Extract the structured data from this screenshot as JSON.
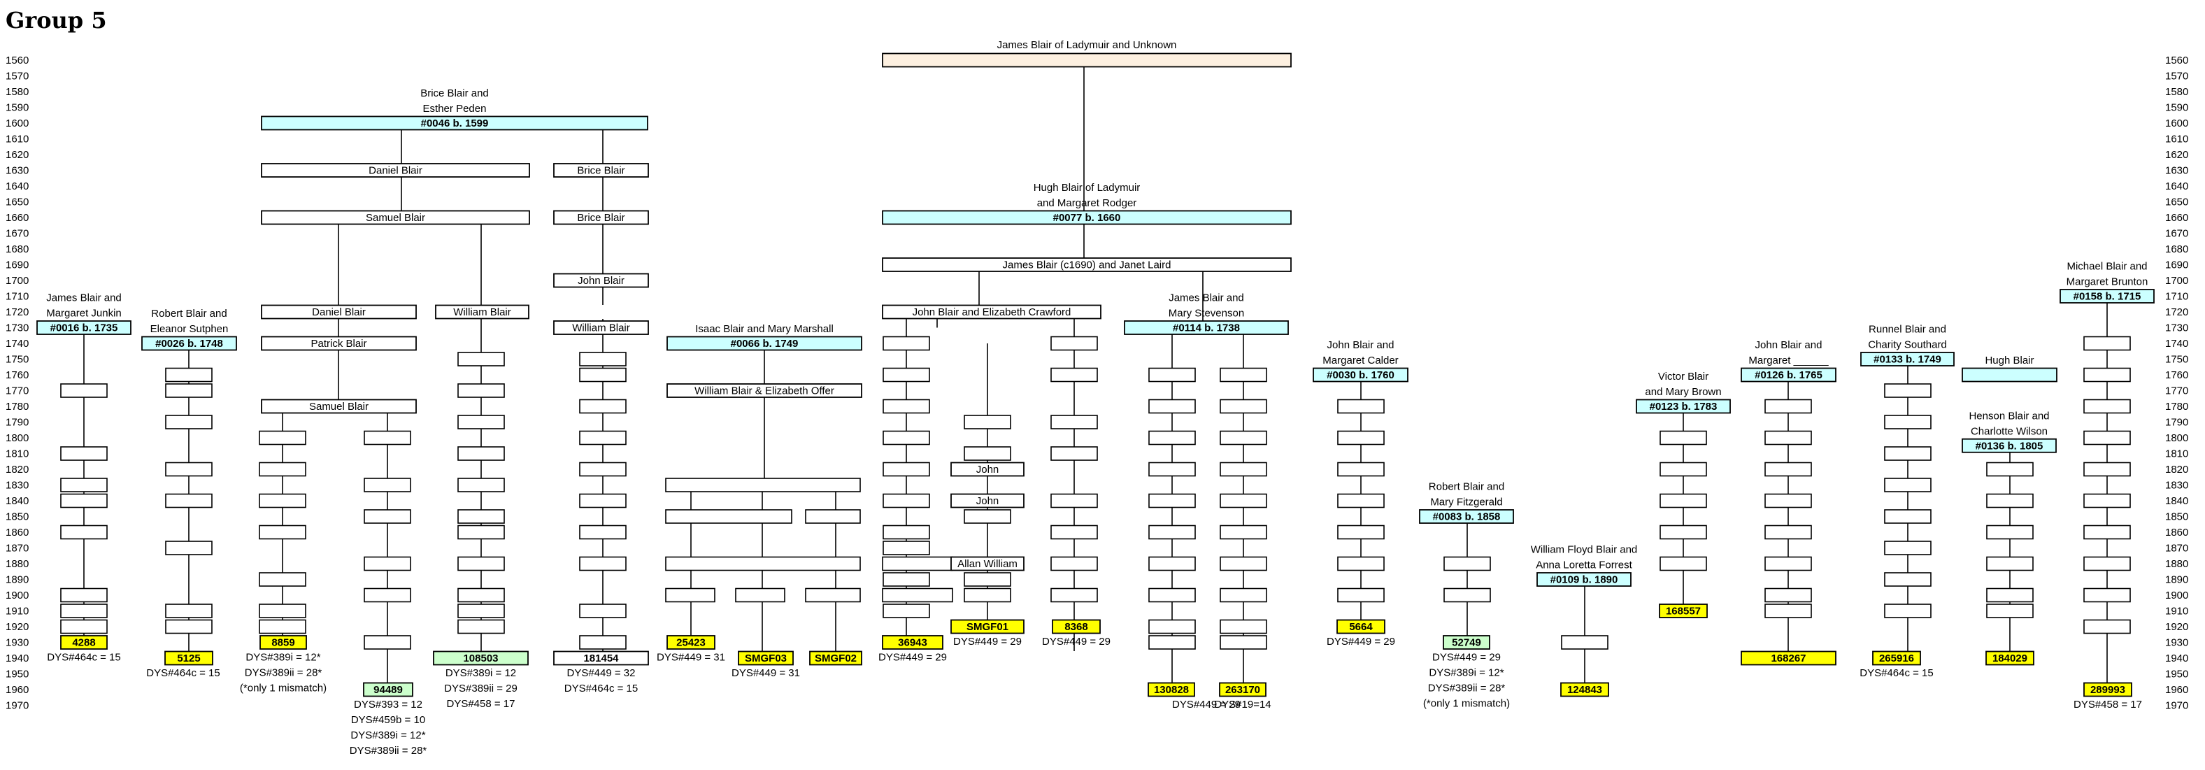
{
  "title": "Group 5",
  "year_labels": [
    "1560",
    "1570",
    "1580",
    "1590",
    "1600",
    "1610",
    "1620",
    "1630",
    "1640",
    "1650",
    "1660",
    "1670",
    "1680",
    "1690",
    "1700",
    "1710",
    "1720",
    "1730",
    "1740",
    "1750",
    "1760",
    "1770",
    "1780",
    "1790",
    "1800",
    "1810",
    "1820",
    "1830",
    "1840",
    "1850",
    "1860",
    "1870",
    "1880",
    "1890",
    "1900",
    "1910",
    "1920",
    "1930",
    "1940",
    "1950",
    "1960",
    "1970"
  ],
  "colors": {
    "cyan": "#ccffff",
    "beige": "#fdf0e0",
    "yellow": "#ffff00",
    "green": "#ccffcc",
    "white": "#ffffff",
    "line": "#000000"
  },
  "boxes": [
    {
      "id": "ladymuir",
      "text": "James Blair of Ladymuir and Unknown",
      "fill": "beige",
      "bold": false,
      "label_above": true
    },
    {
      "id": "b0046",
      "text": "#0046 b. 1599",
      "fill": "cyan",
      "bold": true,
      "caption": [
        "Brice Blair and",
        "Esther Peden"
      ]
    },
    {
      "id": "daniel1",
      "text": "Daniel Blair",
      "fill": "white"
    },
    {
      "id": "brice2",
      "text": "Brice Blair",
      "fill": "white"
    },
    {
      "id": "samuel1",
      "text": "Samuel Blair",
      "fill": "white"
    },
    {
      "id": "brice3",
      "text": "Brice Blair",
      "fill": "white"
    },
    {
      "id": "b0077",
      "text": "#0077 b. 1660",
      "fill": "cyan",
      "bold": true,
      "caption": [
        "Hugh Blair of Ladymuir",
        "and Margaret Rodger"
      ]
    },
    {
      "id": "jamesc1690",
      "text": "James Blair (c1690) and Janet Laird",
      "fill": "white"
    },
    {
      "id": "john1",
      "text": "John Blair",
      "fill": "white"
    },
    {
      "id": "daniel2",
      "text": "Daniel Blair",
      "fill": "white"
    },
    {
      "id": "william1",
      "text": "William Blair",
      "fill": "white"
    },
    {
      "id": "johnelizabeth",
      "text": "John Blair and Elizabeth Crawford",
      "fill": "white"
    },
    {
      "id": "b0016",
      "text": "#0016 b. 1735",
      "fill": "cyan",
      "bold": true,
      "caption": [
        "James Blair and",
        "Margaret Junkin"
      ]
    },
    {
      "id": "b0026",
      "text": "#0026 b. 1748",
      "fill": "cyan",
      "bold": true,
      "caption": [
        "Robert Blair and",
        "Eleanor Sutphen"
      ]
    },
    {
      "id": "patrick",
      "text": "Patrick Blair",
      "fill": "white"
    },
    {
      "id": "william2",
      "text": "William Blair",
      "fill": "white"
    },
    {
      "id": "b0066",
      "text": "#0066 b. 1749",
      "fill": "cyan",
      "bold": true,
      "caption": [
        "Isaac Blair and Mary Marshall"
      ]
    },
    {
      "id": "b0114",
      "text": "#0114 b. 1738",
      "fill": "cyan",
      "bold": true,
      "caption": [
        "James Blair and",
        "Mary Stevenson"
      ]
    },
    {
      "id": "b0158",
      "text": "#0158 b. 1715",
      "fill": "cyan",
      "bold": true,
      "caption": [
        "Michael Blair and",
        "Margaret Brunton"
      ]
    },
    {
      "id": "b0030",
      "text": "#0030 b. 1760",
      "fill": "cyan",
      "bold": true,
      "caption": [
        "John Blair and",
        "Margaret Calder"
      ]
    },
    {
      "id": "b0126",
      "text": "#0126 b. 1765",
      "fill": "cyan",
      "bold": true,
      "caption": [
        "John Blair and",
        "Margaret ______"
      ]
    },
    {
      "id": "b0133",
      "text": "#0133 b. 1749",
      "fill": "cyan",
      "bold": true,
      "caption": [
        "Runnel Blair and",
        "Charity Southard"
      ]
    },
    {
      "id": "hugh",
      "text": "",
      "fill": "cyan",
      "caption": [
        "Hugh Blair"
      ]
    },
    {
      "id": "williamoffer",
      "text": "William Blair & Elizabeth Offer",
      "fill": "white"
    },
    {
      "id": "samuel2",
      "text": "Samuel Blair",
      "fill": "white"
    },
    {
      "id": "b0123",
      "text": "#0123 b. 1783",
      "fill": "cyan",
      "bold": true,
      "caption": [
        "Victor Blair",
        "and Mary Brown"
      ]
    },
    {
      "id": "b0136",
      "text": "#0136 b. 1805",
      "fill": "cyan",
      "bold": true,
      "caption": [
        "Henson Blair and",
        "Charlotte Wilson"
      ]
    },
    {
      "id": "john2",
      "text": "John",
      "fill": "white"
    },
    {
      "id": "john3",
      "text": "John",
      "fill": "white"
    },
    {
      "id": "b0083",
      "text": "#0083 b. 1858",
      "fill": "cyan",
      "bold": true,
      "caption": [
        "Robert Blair and",
        "Mary Fitzgerald"
      ]
    },
    {
      "id": "allan",
      "text": "Allan William",
      "fill": "white"
    },
    {
      "id": "b0109",
      "text": "#0109 b. 1890",
      "fill": "cyan",
      "bold": true,
      "caption": [
        "William Floyd Blair and",
        "Anna Loretta Forrest"
      ]
    },
    {
      "id": "k168557",
      "text": "168557",
      "fill": "yellow",
      "bold": true
    },
    {
      "id": "smgf01",
      "text": "SMGF01",
      "fill": "yellow",
      "bold": true
    },
    {
      "id": "k8368",
      "text": "8368",
      "fill": "yellow",
      "bold": true
    },
    {
      "id": "k5664",
      "text": "5664",
      "fill": "yellow",
      "bold": true
    },
    {
      "id": "k4288",
      "text": "4288",
      "fill": "yellow",
      "bold": true
    },
    {
      "id": "k108503",
      "text": "108503",
      "fill": "green",
      "bold": true
    },
    {
      "id": "k52749",
      "text": "52749",
      "fill": "green",
      "bold": true
    },
    {
      "id": "k5125",
      "text": "5125",
      "fill": "yellow",
      "bold": true
    },
    {
      "id": "k8859",
      "text": "8859",
      "fill": "yellow",
      "bold": true
    },
    {
      "id": "k181454",
      "text": "181454",
      "fill": "white",
      "bold": true
    },
    {
      "id": "k25423",
      "text": "25423",
      "fill": "yellow",
      "bold": true
    },
    {
      "id": "smgf03",
      "text": "SMGF03",
      "fill": "yellow",
      "bold": true
    },
    {
      "id": "smgf02",
      "text": "SMGF02",
      "fill": "yellow",
      "bold": true
    },
    {
      "id": "k36943",
      "text": "36943",
      "fill": "yellow",
      "bold": true
    },
    {
      "id": "k168267",
      "text": "168267",
      "fill": "yellow",
      "bold": true
    },
    {
      "id": "k265916",
      "text": "265916",
      "fill": "yellow",
      "bold": true
    },
    {
      "id": "k184029",
      "text": "184029",
      "fill": "yellow",
      "bold": true
    },
    {
      "id": "k94489",
      "text": "94489",
      "fill": "green",
      "bold": true
    },
    {
      "id": "k130828",
      "text": "130828",
      "fill": "yellow",
      "bold": true
    },
    {
      "id": "k263170",
      "text": "263170",
      "fill": "yellow",
      "bold": true
    },
    {
      "id": "k124843",
      "text": "124843",
      "fill": "yellow",
      "bold": true
    },
    {
      "id": "k289993",
      "text": "289993",
      "fill": "yellow",
      "bold": true
    }
  ],
  "notes": [
    {
      "id": "n4288",
      "lines": [
        "DYS#464c = 15"
      ]
    },
    {
      "id": "n5125",
      "lines": [
        "DYS#464c = 15"
      ]
    },
    {
      "id": "n8859",
      "lines": [
        "DYS#389i = 12*",
        "DYS#389ii = 28*",
        "(*only 1 mismatch)"
      ]
    },
    {
      "id": "n94489",
      "lines": [
        "DYS#393 = 12",
        "DYS#459b = 10",
        "DYS#389i = 12*",
        "DYS#389ii = 28*"
      ]
    },
    {
      "id": "n108503",
      "lines": [
        "DYS#389i = 12",
        "DYS#389ii = 29",
        "DYS#458 = 17"
      ]
    },
    {
      "id": "n181454",
      "lines": [
        "DYS#449 = 32",
        "DYS#464c = 15"
      ]
    },
    {
      "id": "n25423",
      "lines": [
        "DYS#449 = 31"
      ]
    },
    {
      "id": "nsmgf03",
      "lines": [
        "DYS#449 = 31"
      ]
    },
    {
      "id": "n36943",
      "lines": [
        "DYS#449 = 29"
      ]
    },
    {
      "id": "nsmgf01",
      "lines": [
        "DYS#449 = 29"
      ]
    },
    {
      "id": "n8368",
      "lines": [
        "DYS#449 = 29"
      ]
    },
    {
      "id": "n130828",
      "lines": [
        "DYS#449 = 29"
      ]
    },
    {
      "id": "n263170",
      "lines": [
        "DYS#19=14"
      ]
    },
    {
      "id": "n5664",
      "lines": [
        "DYS#449 = 29"
      ]
    },
    {
      "id": "n52749",
      "lines": [
        "DYS#449 = 29",
        "DYS#389i = 12*",
        "DYS#389ii = 28*",
        "(*only 1 mismatch)"
      ]
    },
    {
      "id": "n265916",
      "lines": [
        "DYS#464c = 15"
      ]
    },
    {
      "id": "n289993",
      "lines": [
        "DYS#458 = 17"
      ]
    }
  ]
}
